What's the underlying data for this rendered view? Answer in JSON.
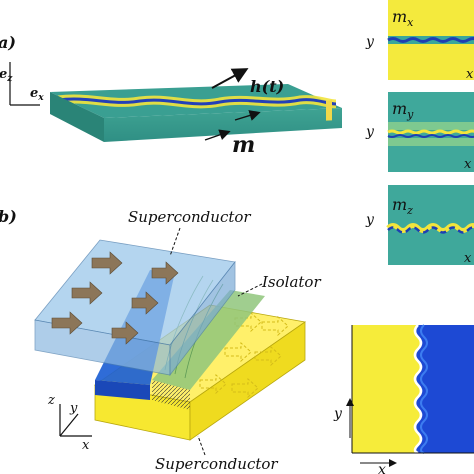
{
  "panel_a": {
    "label": "a)",
    "axis_z": "e",
    "axis_z_sub": "z",
    "axis_x": "e",
    "axis_x_sub": "x",
    "field": "h(t)",
    "magnetization": "m"
  },
  "maps": {
    "mx": {
      "symbol": "m",
      "sub": "x",
      "ylabel": "y",
      "xlabel": "x"
    },
    "my": {
      "symbol": "m",
      "sub": "y",
      "ylabel": "y",
      "xlabel": "x"
    },
    "mz": {
      "symbol": "m",
      "sub": "z",
      "ylabel": "y",
      "xlabel": "x"
    }
  },
  "panel_b": {
    "label": "b)",
    "top_label": "Superconductor",
    "mid_label": "Isolator",
    "bottom_label": "Superconductor",
    "axis_z": "z",
    "axis_y": "y",
    "axis_x": "x"
  },
  "domain_map": {
    "ylabel": "y",
    "xlabel": "x"
  },
  "colors": {
    "teal": "#3aa79a",
    "yellow": "#f6ec3a",
    "blue": "#1f4fd8",
    "glass": "#8fc0e8",
    "brown": "#8c7659"
  }
}
